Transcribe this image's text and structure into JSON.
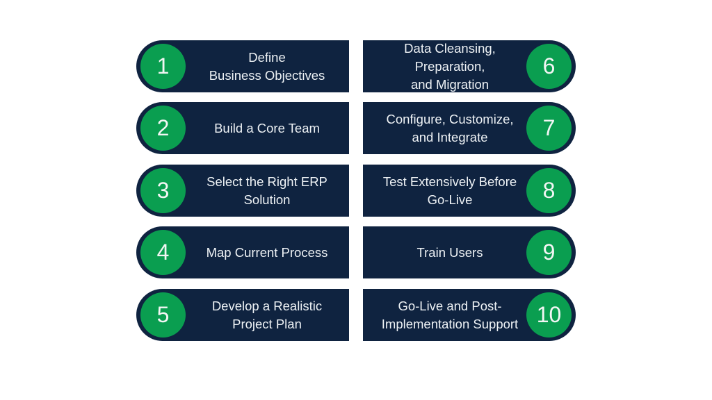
{
  "steps": [
    {
      "number": "1",
      "label": "Define\nBusiness Objectives"
    },
    {
      "number": "2",
      "label": "Build a Core Team"
    },
    {
      "number": "3",
      "label": "Select the Right ERP\nSolution"
    },
    {
      "number": "4",
      "label": "Map Current Process"
    },
    {
      "number": "5",
      "label": "Develop a Realistic\nProject Plan"
    },
    {
      "number": "6",
      "label": "Data Cleansing,\nPreparation,\nand Migration"
    },
    {
      "number": "7",
      "label": "Configure, Customize,\nand Integrate"
    },
    {
      "number": "8",
      "label": "Test Extensively Before\nGo-Live"
    },
    {
      "number": "9",
      "label": "Train Users"
    },
    {
      "number": "10",
      "label": "Go-Live and Post-\nImplementation Support"
    }
  ],
  "colors": {
    "card": "#0f2340",
    "circle": "#0a9e50",
    "text": "#eef2f5"
  }
}
